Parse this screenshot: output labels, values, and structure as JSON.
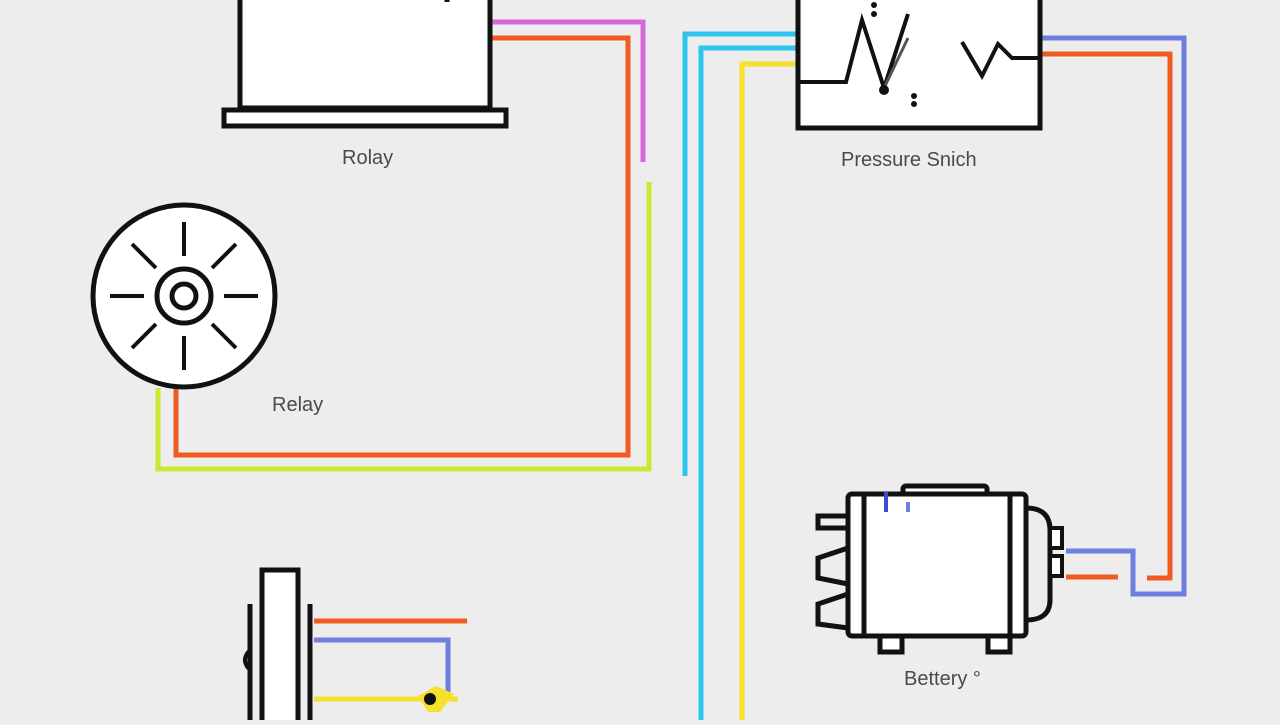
{
  "diagram": {
    "labels": {
      "relay_top": "Rolay",
      "relay_fan": "Relay",
      "pressure_switch": "Pressure Snich",
      "battery": "Bettery °"
    },
    "colors": {
      "background": "#ededed",
      "outline": "#111111",
      "wire_orange": "#f15a22",
      "wire_magenta": "#d36ad6",
      "wire_lime": "#cde832",
      "wire_cyan": "#2ec4f0",
      "wire_yellow": "#f5e02a",
      "wire_blue": "#6f7fe0",
      "label_text": "#4a4a4a"
    },
    "components": [
      {
        "name": "relay",
        "icon": "relay-box-icon"
      },
      {
        "name": "cooling-fan",
        "icon": "fan-icon"
      },
      {
        "name": "pressure-switch",
        "icon": "switch-icon"
      },
      {
        "name": "compressor",
        "icon": "compressor-icon"
      },
      {
        "name": "clutch",
        "icon": "clutch-icon"
      }
    ]
  }
}
